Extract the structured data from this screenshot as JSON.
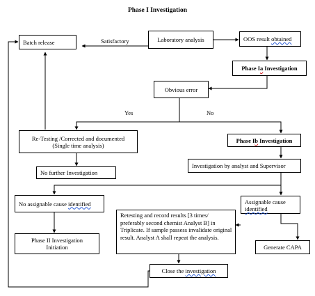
{
  "title": "Phase I Investigation",
  "nodes": {
    "batch_release": "Batch release",
    "lab_analysis": "Laboratory analysis",
    "oos_result_pre": "OOS result ",
    "oos_result_word": "obtained",
    "phase_ia_pre": "Phase I",
    "phase_ia_letter": "a",
    "phase_ia_post": " Investigation",
    "obvious_error": "Obvious error",
    "retesting_line1": "Re-Testing /Corrected and documented",
    "retesting_line2": "(Single time analysis)",
    "no_further": "No further Investigation",
    "phase_ib_pre": "Phase I",
    "phase_ib_letter": "b",
    "phase_ib_post": " Investigation",
    "investigation_analyst": "Investigation by analyst and Supervisor",
    "no_assignable_pre": "No assignable cause ",
    "no_assignable_word": "identified",
    "assignable_line1": "Assignable cause",
    "assignable_word": "identified",
    "phase2_line1": "Phase II Investigation",
    "phase2_line2": "Initiation",
    "retest_record": "Retesting and record results [3 times/ preferably second chemist Analyst B] in Triplicate. If sample passess invalidate original result. Analyst A shall repeat the analysis.",
    "generate_capa": "Generate CAPA",
    "close_pre": "Close the ",
    "close_word": "investigation"
  },
  "edge_labels": {
    "satisfactory": "Satisfactory",
    "yes": "Yes",
    "no": "No"
  }
}
